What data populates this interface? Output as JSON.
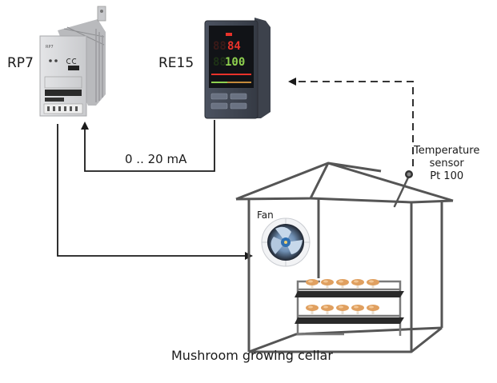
{
  "devices": {
    "rp7": {
      "label": "RP7",
      "faceplate_text": "RP7"
    },
    "re15": {
      "label": "RE15",
      "display_top": "84",
      "display_bottom": "100"
    }
  },
  "signals": {
    "control_signal": "0 .. 20 mA"
  },
  "sensor": {
    "line1": "Temperature",
    "line2": "sensor",
    "line3": "Pt 100"
  },
  "fan": {
    "label": "Fan"
  },
  "cellar": {
    "label": "Mushroom growing cellar"
  },
  "colors": {
    "line": "#1a1a1a",
    "house": "#555555",
    "re15_red": "#e8322a",
    "re15_green": "#8fd14f",
    "rp7_body": "#d9dadc"
  }
}
